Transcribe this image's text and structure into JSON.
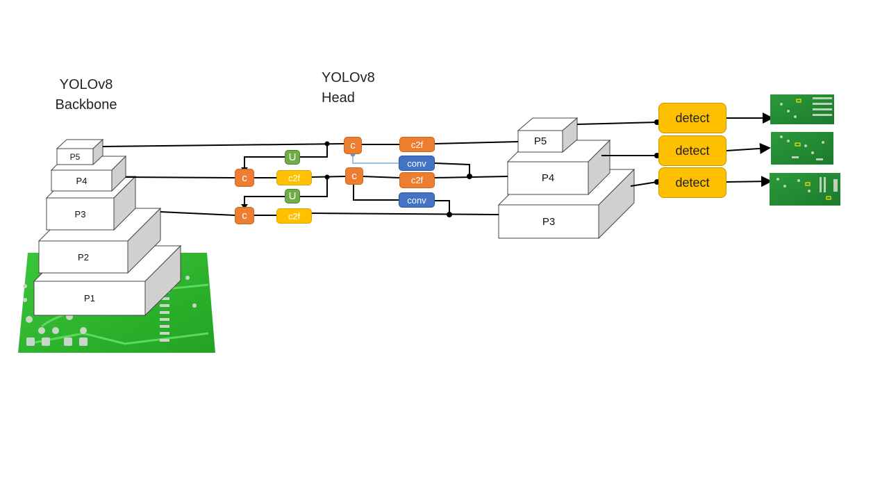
{
  "titles": {
    "backbone": [
      "YOLOv8",
      "Backbone"
    ],
    "head": [
      "YOLOv8",
      "Head"
    ]
  },
  "backbone_levels": [
    "P5",
    "P4",
    "P3",
    "P2",
    "P1"
  ],
  "head_blocks": {
    "concat_label": "c",
    "upsample_label": "U",
    "c2f_label": "c2f",
    "conv_label": "conv"
  },
  "neck_levels": [
    "P5",
    "P4",
    "P3"
  ],
  "detect_label": "detect",
  "colors": {
    "concat": "#ED7D31",
    "c2f_yellow": "#FFC000",
    "conv": "#4472C4",
    "upsample": "#70AD47",
    "detect": "#FFC000",
    "pcb_green": "#2EB82E"
  },
  "icons": {
    "pcb_board": "pcb-board-icon",
    "detection_output": "pcb-detection-thumbnail-icon"
  }
}
